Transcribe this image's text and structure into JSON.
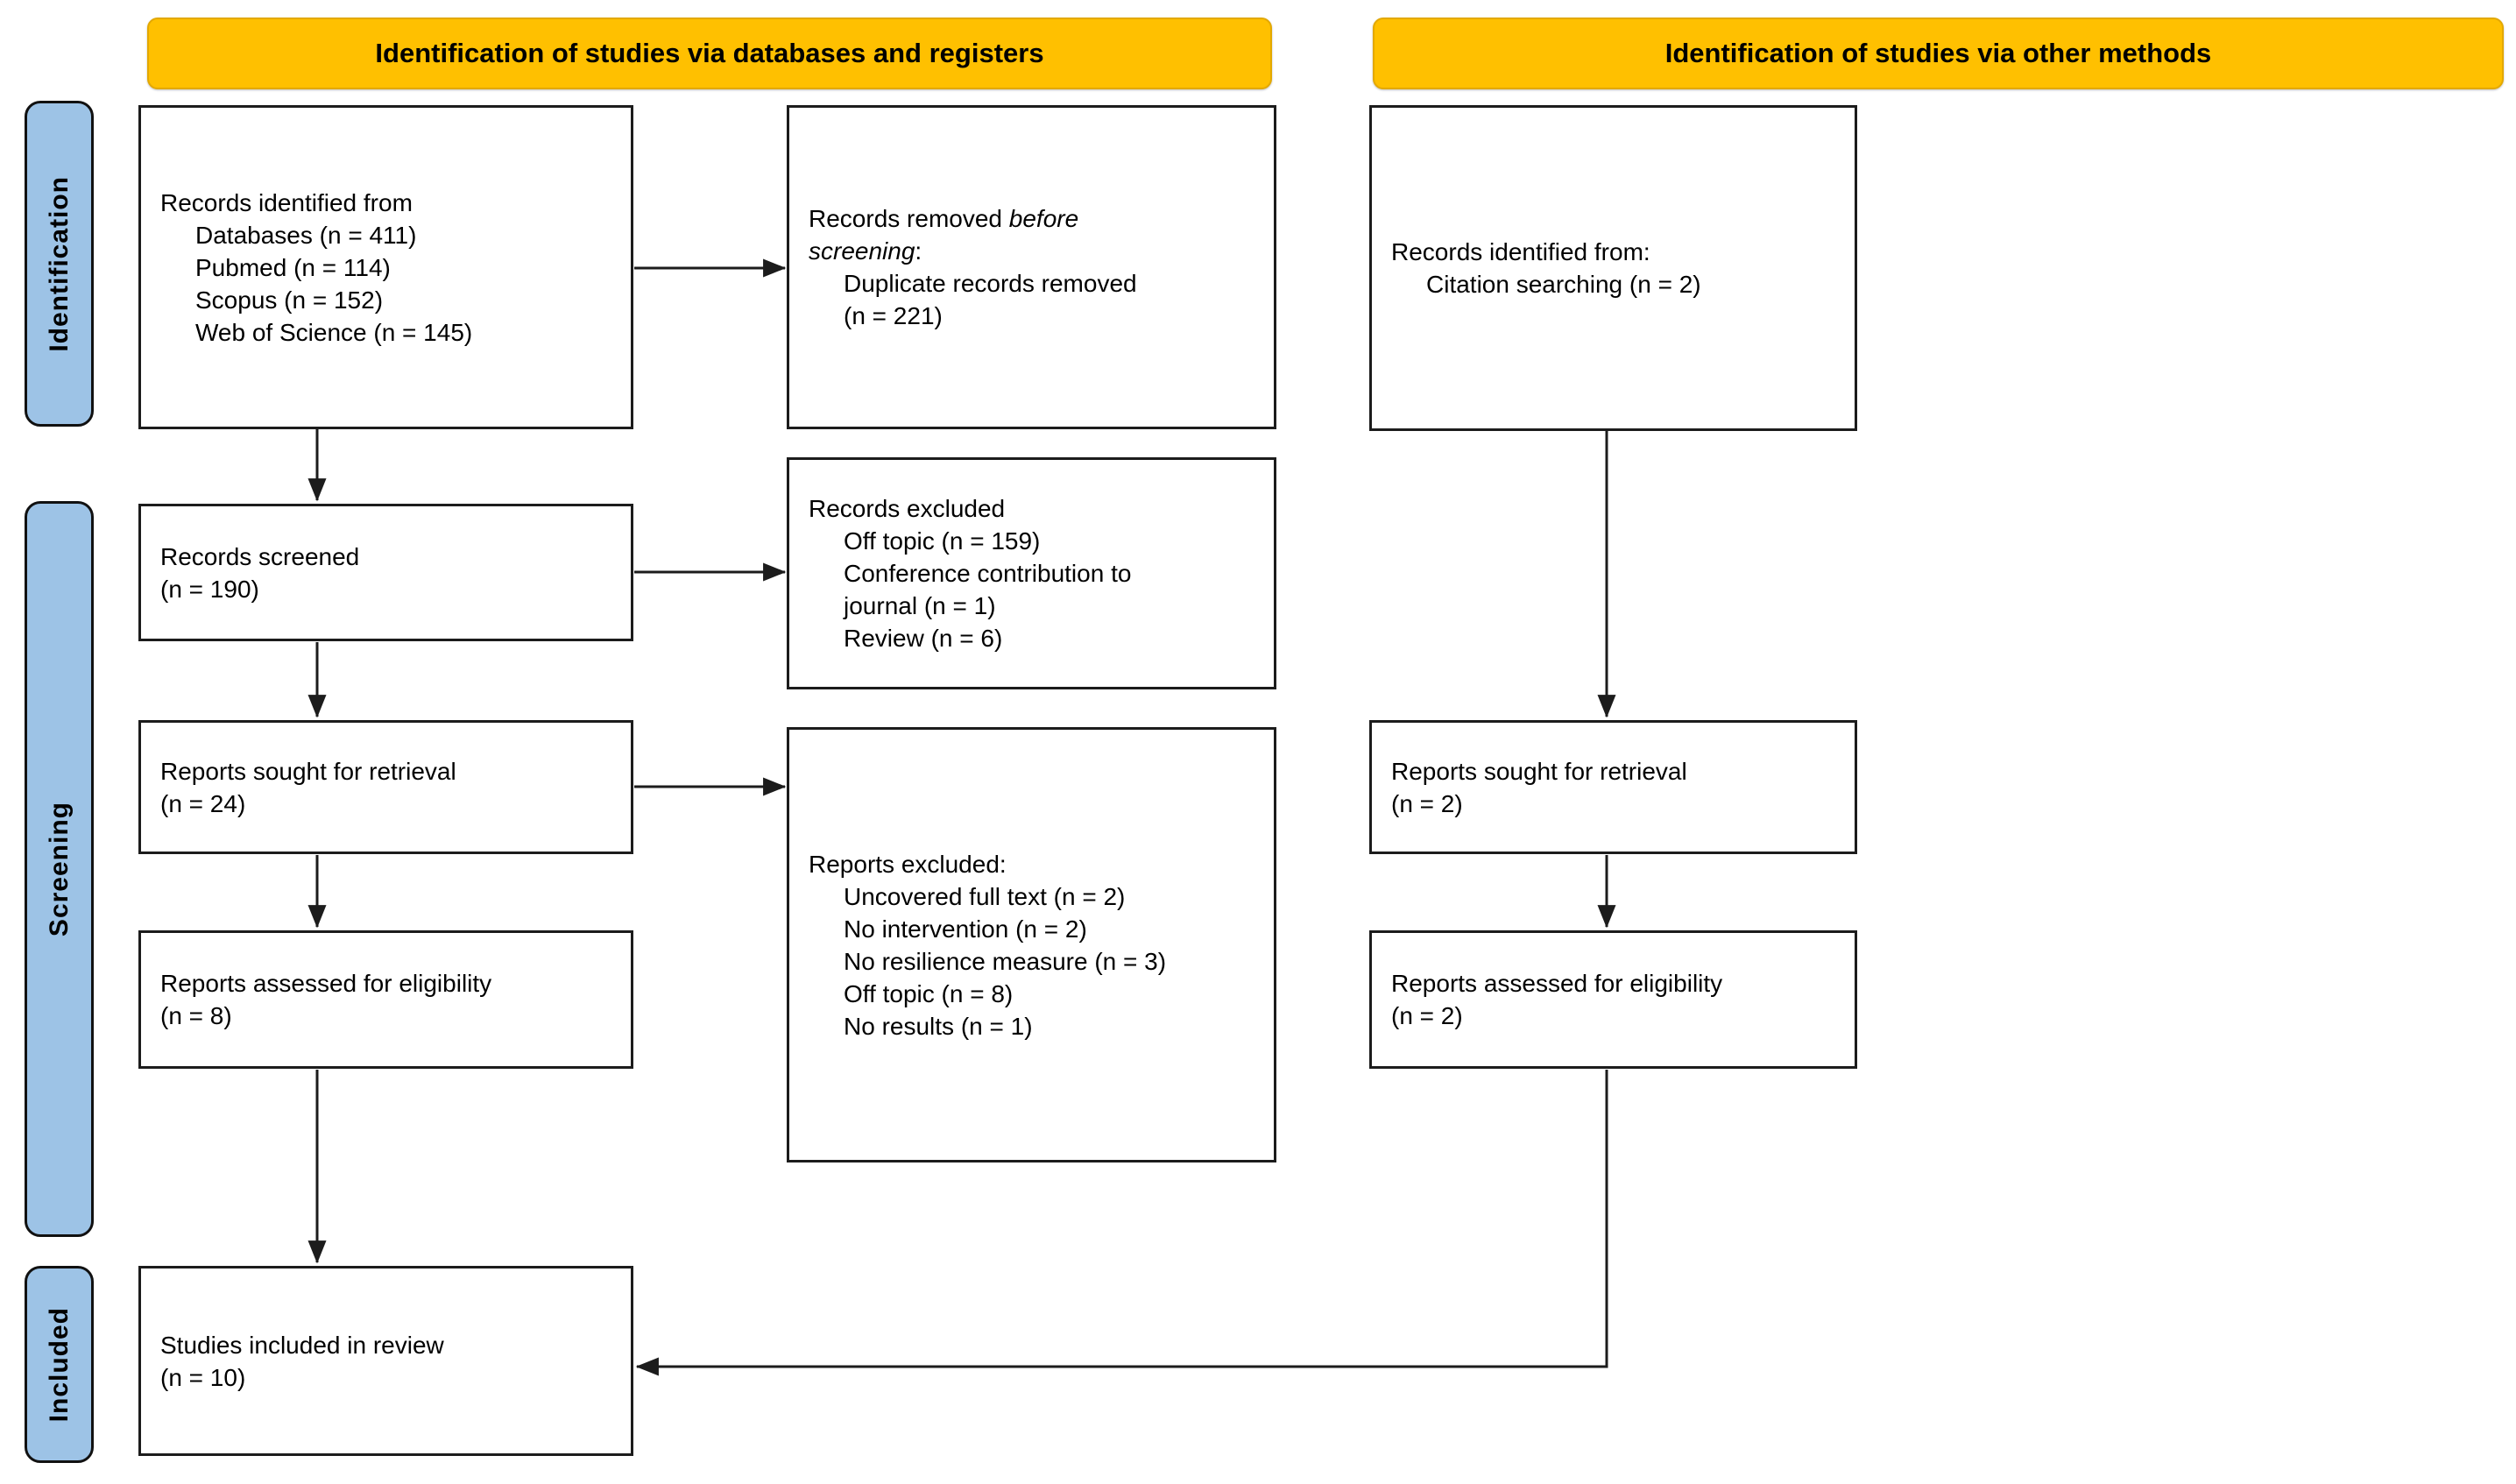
{
  "figure": {
    "kind": "PRISMA 2020 flow diagram"
  },
  "banners": {
    "left": "Identification of studies via databases and registers",
    "right": "Identification of studies via other methods"
  },
  "stages": {
    "identification": "Identification",
    "screening": "Screening",
    "included": "Included"
  },
  "colors": {
    "banner_bg": "#FFC000",
    "stage_bg": "#9DC3E6",
    "box_border": "#1C1C1C",
    "arrow": "#1C1C1C",
    "text": "#000000"
  },
  "boxes": {
    "records_identified": {
      "lines": [
        "Records identified from",
        "Databases (n = 411)",
        "Pubmed (n = 114)",
        "Scopus (n = 152)",
        "Web of Science (n = 145)"
      ]
    },
    "records_removed": {
      "l0_pre": "Records removed ",
      "l0_italic": "before",
      "l1_italic": "screening",
      "l1_post": ":",
      "lines": [
        "Duplicate records removed",
        "(n = 221)"
      ]
    },
    "citation": {
      "lines": [
        "Records identified from:",
        "Citation searching (n = 2)"
      ]
    },
    "records_screened": {
      "lines": [
        "Records screened",
        "(n = 190)"
      ]
    },
    "records_excluded": {
      "lines": [
        "Records excluded",
        "Off topic (n = 159)",
        "Conference contribution to",
        "journal (n = 1)",
        "Review (n = 6)"
      ]
    },
    "reports_sought_db": {
      "lines": [
        "Reports sought for retrieval",
        "(n = 24)"
      ]
    },
    "reports_excluded": {
      "lines": [
        "Reports excluded:",
        "Uncovered full text (n = 2)",
        "No intervention (n = 2)",
        "No resilience measure (n = 3)",
        "Off topic (n = 8)",
        "No results (n = 1)"
      ]
    },
    "reports_sought_other": {
      "lines": [
        "Reports sought for retrieval",
        "(n = 2)"
      ]
    },
    "reports_assessed_db": {
      "lines": [
        "Reports assessed for eligibility",
        "(n = 8)"
      ]
    },
    "reports_assessed_other": {
      "lines": [
        "Reports assessed for eligibility",
        "(n = 2)"
      ]
    },
    "studies_included": {
      "lines": [
        "Studies included in review",
        "(n = 10)"
      ]
    }
  }
}
